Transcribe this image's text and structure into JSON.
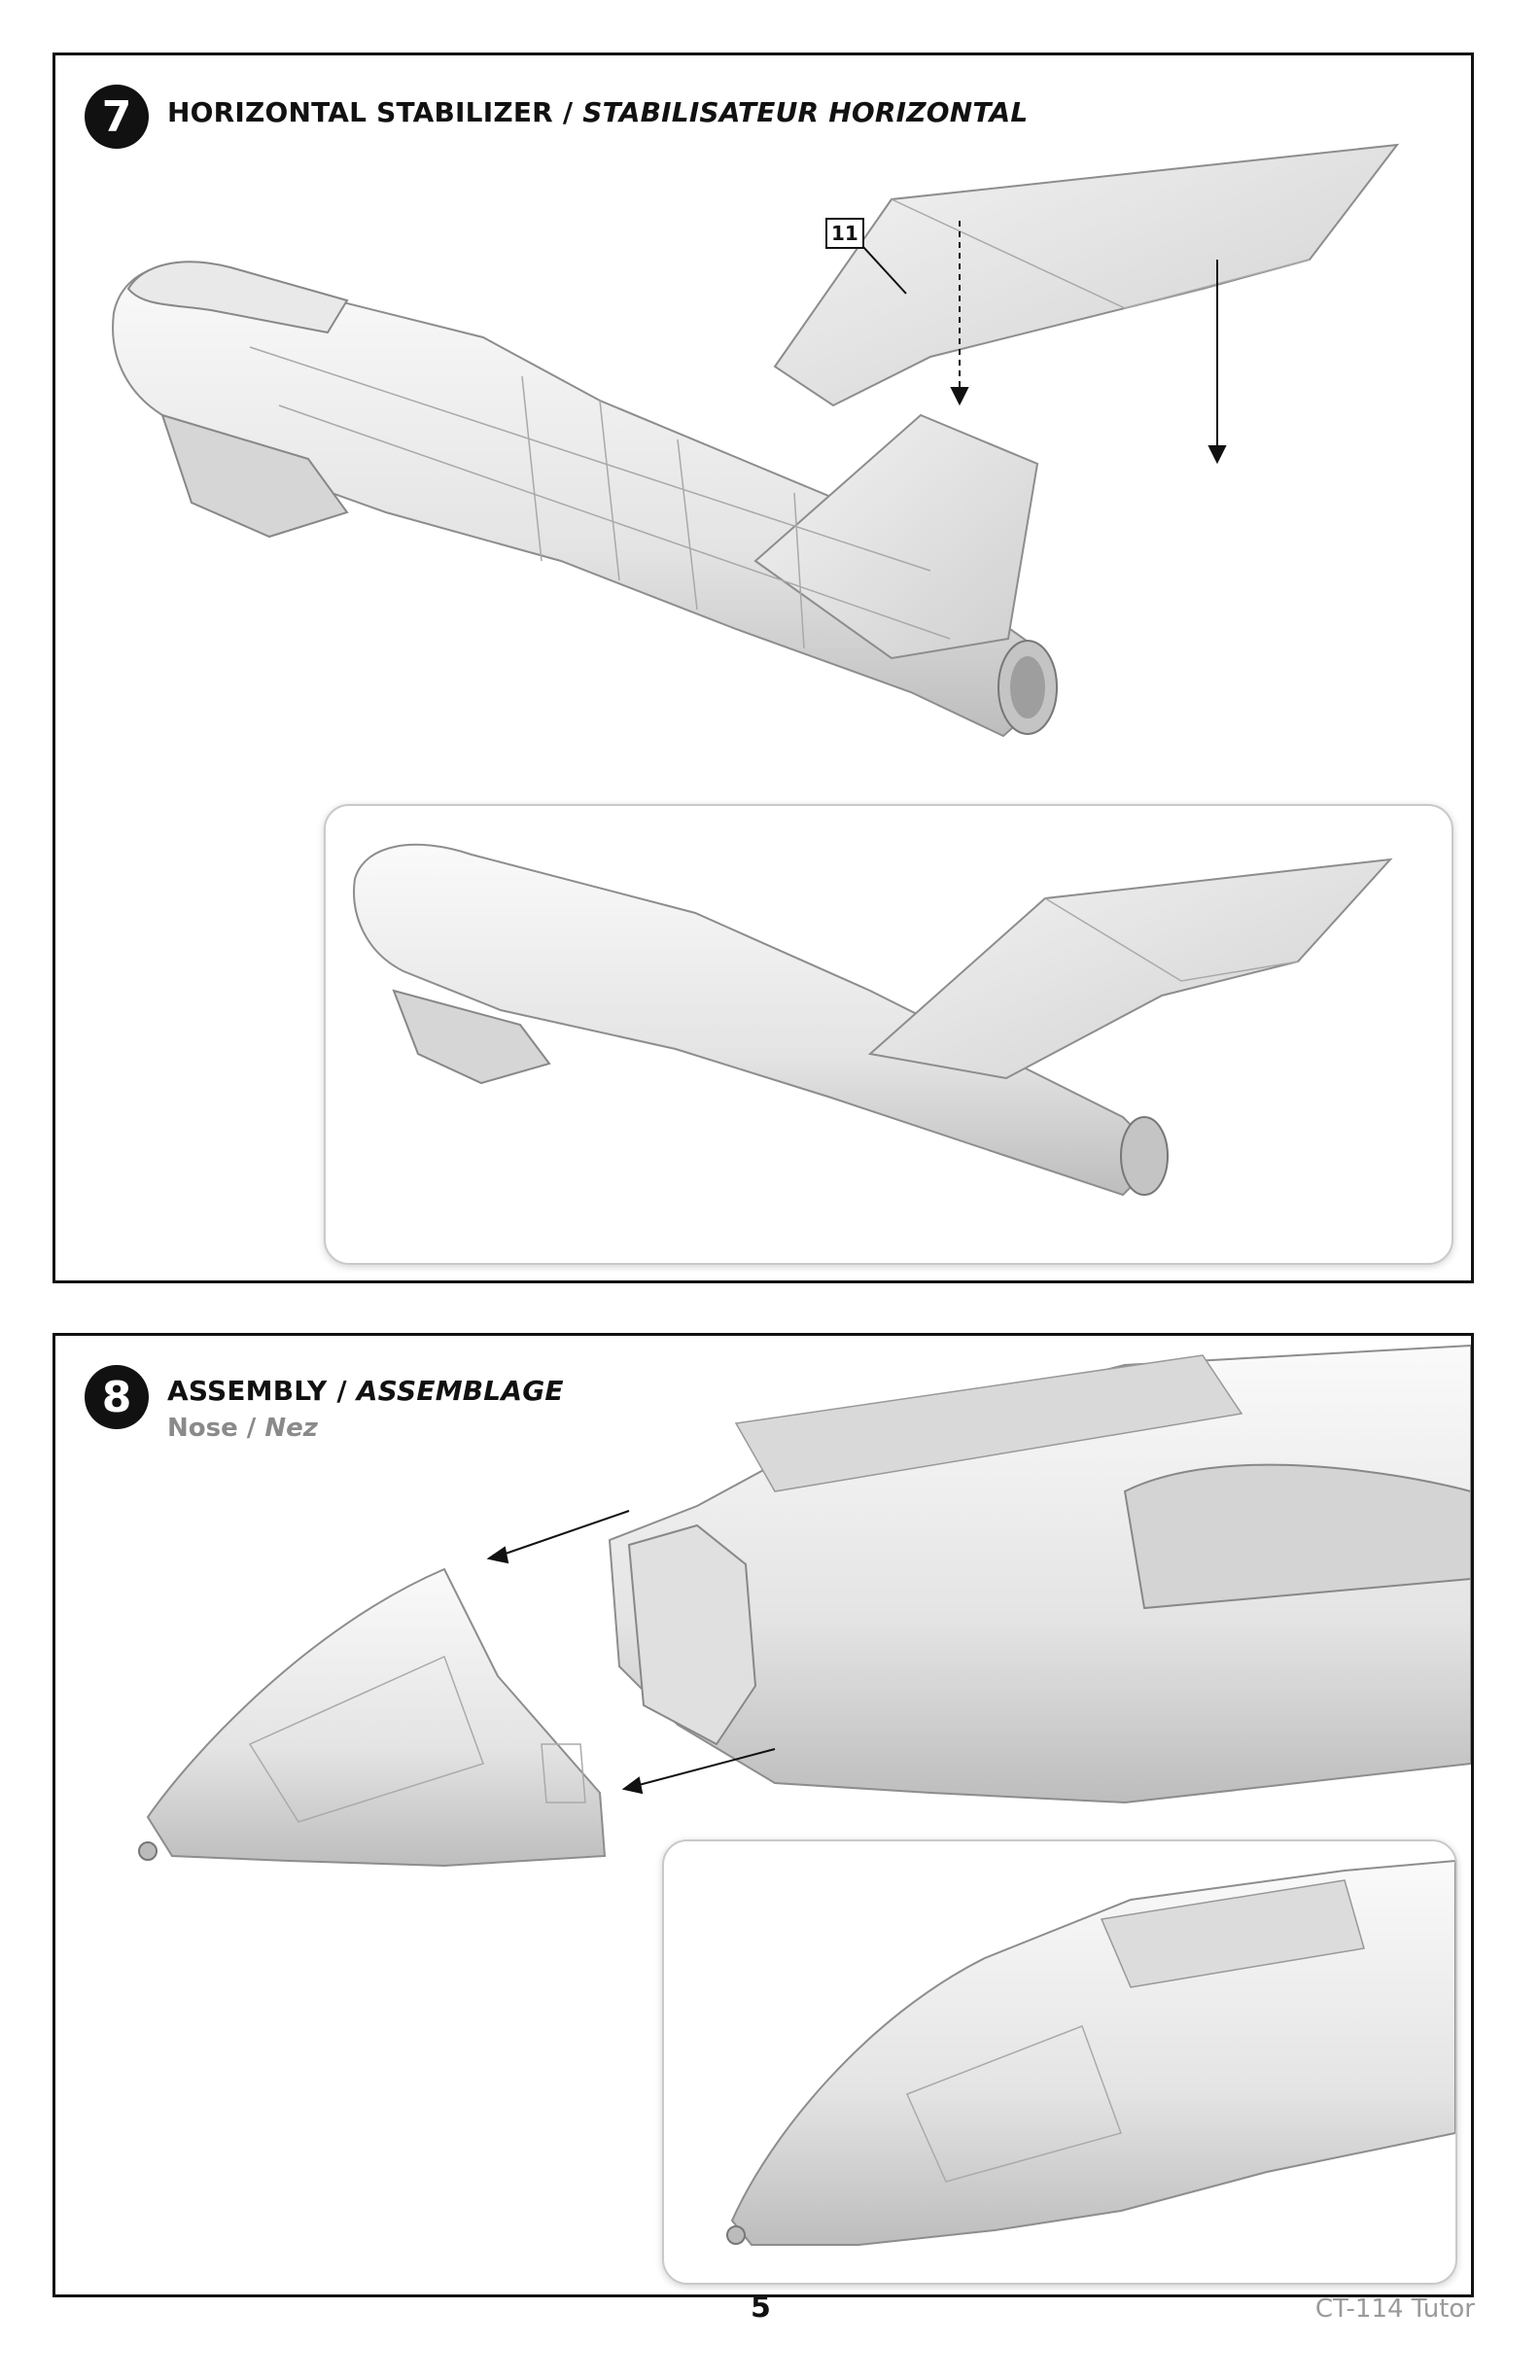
{
  "steps": [
    {
      "number": "7",
      "title_en": "HORIZONTAL STABILIZER /",
      "title_fr": "STABILISATEUR  HORIZONTAL",
      "part_callout": "11"
    },
    {
      "number": "8",
      "title_en": "ASSEMBLY /",
      "title_fr": "ASSEMBLAGE",
      "subtitle_en": "Nose /",
      "subtitle_fr": "Nez"
    }
  ],
  "footer": {
    "page_number": "5",
    "model_name": "CT-114 Tutor"
  }
}
